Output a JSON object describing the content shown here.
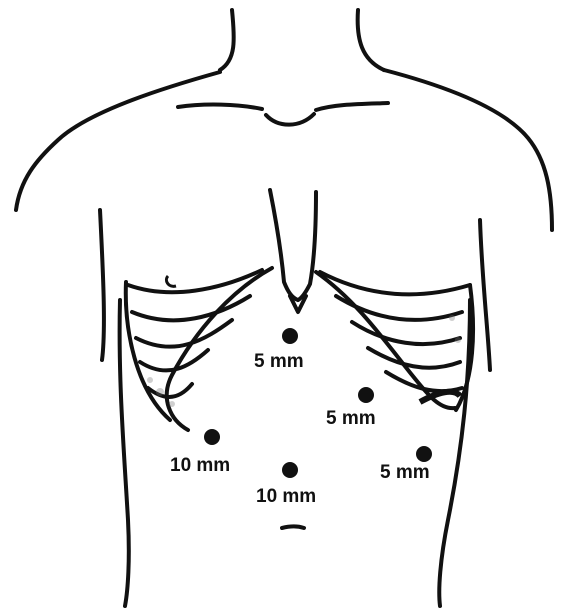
{
  "header": {
    "text": ""
  },
  "figure": {
    "ports": [
      {
        "id": "port-epigastric",
        "label": "5 mm"
      },
      {
        "id": "port-right-subcostal",
        "label": "5 mm"
      },
      {
        "id": "port-right-lateral",
        "label": "5 mm"
      },
      {
        "id": "port-left-flank",
        "label": "10 mm"
      },
      {
        "id": "port-umbilical",
        "label": "10 mm"
      }
    ]
  },
  "colors": {
    "ink": "#111111",
    "shading": "#777777",
    "background": "#ffffff"
  }
}
